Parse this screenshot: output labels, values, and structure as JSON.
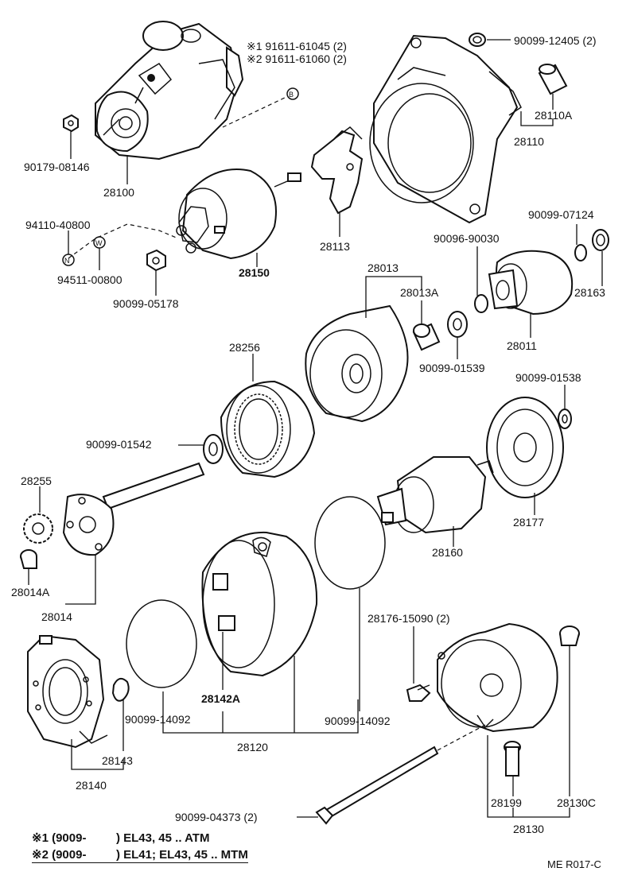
{
  "callouts": {
    "c_191611": "※1 91611-61045 (2)",
    "c_291611": "※2 91611-61060 (2)",
    "c_90099_12405": "90099-12405 (2)",
    "c_28110A": "28110A",
    "c_28110": "28110",
    "c_90179_08146": "90179-08146",
    "c_28100": "28100",
    "c_94110_40800": "94110-40800",
    "c_94511_00800": "94511-00800",
    "c_28150": "28150",
    "c_90099_05178": "90099-05178",
    "c_28113": "28113",
    "c_90099_07124": "90099-07124",
    "c_90096_90030": "90096-90030",
    "c_28163": "28163",
    "c_28013": "28013",
    "c_28013A": "28013A",
    "c_28011": "28011",
    "c_28256": "28256",
    "c_90099_01539": "90099-01539",
    "c_90099_01538": "90099-01538",
    "c_90099_01542": "90099-01542",
    "c_28255": "28255",
    "c_28177": "28177",
    "c_28160": "28160",
    "c_28014A": "28014A",
    "c_28014": "28014",
    "c_28176_15090": "28176-15090 (2)",
    "c_28142A": "28142A",
    "c_90099_14092_l": "90099-14092",
    "c_90099_14092_r": "90099-14092",
    "c_28143": "28143",
    "c_28120": "28120",
    "c_28140": "28140",
    "c_28199": "28199",
    "c_28130C": "28130C",
    "c_90099_04373": "90099-04373 (2)",
    "c_28130": "28130"
  },
  "markers": {
    "B": "B",
    "N": "N",
    "W": "W"
  },
  "footnotes": {
    "note1": "※1 (9009-         ) EL43, 45 .. ATM",
    "note2": "※2 (9009-         ) EL41; EL43, 45 .. MTM"
  },
  "diagram_code": "ME R017-C"
}
